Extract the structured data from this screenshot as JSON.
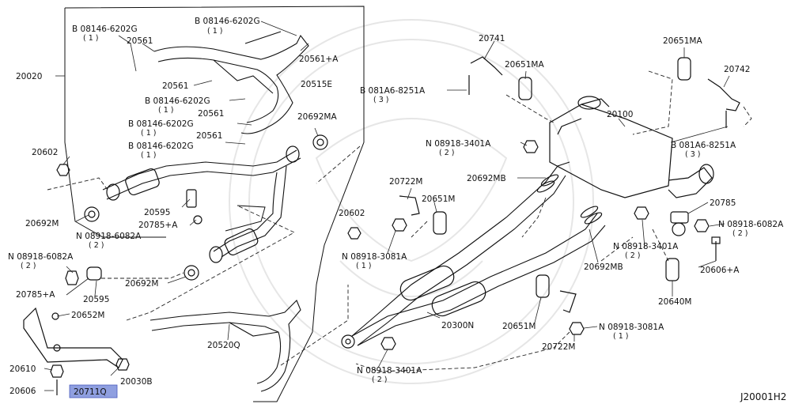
{
  "diagram": {
    "reference_code": "J20001H2",
    "highlighted_part": "20711Q",
    "labels": [
      {
        "id": "20020",
        "text": "20020"
      },
      {
        "id": "bolt-a",
        "text": "B 08146-6202G",
        "qty": "( 1 )"
      },
      {
        "id": "20561-a",
        "text": "20561"
      },
      {
        "id": "bolt-b",
        "text": "B 08146-6202G",
        "qty": "( 1 )"
      },
      {
        "id": "20561-plus-a",
        "text": "20561+A"
      },
      {
        "id": "20561-b",
        "text": "20561"
      },
      {
        "id": "20515e",
        "text": "20515E"
      },
      {
        "id": "bolt-c",
        "text": "B 08146-6202G",
        "qty": "( 1 )"
      },
      {
        "id": "20561-c",
        "text": "20561"
      },
      {
        "id": "bolt-d",
        "text": "B 08146-6202G",
        "qty": "( 1 )"
      },
      {
        "id": "20561-d",
        "text": "20561"
      },
      {
        "id": "bolt-e",
        "text": "B 08146-6202G",
        "qty": "( 1 )"
      },
      {
        "id": "20602-a",
        "text": "20602"
      },
      {
        "id": "20692m-a",
        "text": "20692M"
      },
      {
        "id": "20595-a",
        "text": "20595"
      },
      {
        "id": "20785-plus-a-a",
        "text": "20785+A"
      },
      {
        "id": "nut-a",
        "text": "N 08918-6082A",
        "qty": "( 2 )"
      },
      {
        "id": "20692ma-a",
        "text": "20692MA"
      },
      {
        "id": "20602-b",
        "text": "20602"
      },
      {
        "id": "nut-b",
        "text": "N 08918-6082A",
        "qty": "( 2 )"
      },
      {
        "id": "20785-plus-a-b",
        "text": "20785+A"
      },
      {
        "id": "20595-b",
        "text": "20595"
      },
      {
        "id": "20692m-b",
        "text": "20692M"
      },
      {
        "id": "20652m",
        "text": "20652M"
      },
      {
        "id": "20520q",
        "text": "20520Q"
      },
      {
        "id": "20610",
        "text": "20610"
      },
      {
        "id": "20030b",
        "text": "20030B"
      },
      {
        "id": "20606",
        "text": "20606"
      },
      {
        "id": "20711q",
        "text": "20711Q"
      },
      {
        "id": "20741",
        "text": "20741"
      },
      {
        "id": "20651ma-a",
        "text": "20651MA"
      },
      {
        "id": "bolt-f",
        "text": "B 081A6-8251A",
        "qty": "( 3 )"
      },
      {
        "id": "20651ma-b",
        "text": "20651MA"
      },
      {
        "id": "20742",
        "text": "20742"
      },
      {
        "id": "20100",
        "text": "20100"
      },
      {
        "id": "bolt-g",
        "text": "B 081A6-8251A",
        "qty": "( 3 )"
      },
      {
        "id": "nut-c",
        "text": "N 08918-3401A",
        "qty": "( 2 )"
      },
      {
        "id": "20692mb-a",
        "text": "20692MB"
      },
      {
        "id": "20722m-a",
        "text": "20722M"
      },
      {
        "id": "20651m-a",
        "text": "20651M"
      },
      {
        "id": "20785",
        "text": "20785"
      },
      {
        "id": "nut-d",
        "text": "N 08918-6082A",
        "qty": "( 2 )"
      },
      {
        "id": "nut-e",
        "text": "N 08918-3081A",
        "qty": "( 1 )"
      },
      {
        "id": "nut-f",
        "text": "N 08918-3401A",
        "qty": "( 2 )"
      },
      {
        "id": "20606-plus-a",
        "text": "20606+A"
      },
      {
        "id": "20692mb-b",
        "text": "20692MB"
      },
      {
        "id": "20640m",
        "text": "20640M"
      },
      {
        "id": "20300n",
        "text": "20300N"
      },
      {
        "id": "20651m-b",
        "text": "20651M"
      },
      {
        "id": "nut-g",
        "text": "N 08918-3081A",
        "qty": "( 1 )"
      },
      {
        "id": "20722m-b",
        "text": "20722M"
      },
      {
        "id": "nut-h",
        "text": "N 08918-3401A",
        "qty": "( 2 )"
      }
    ]
  }
}
